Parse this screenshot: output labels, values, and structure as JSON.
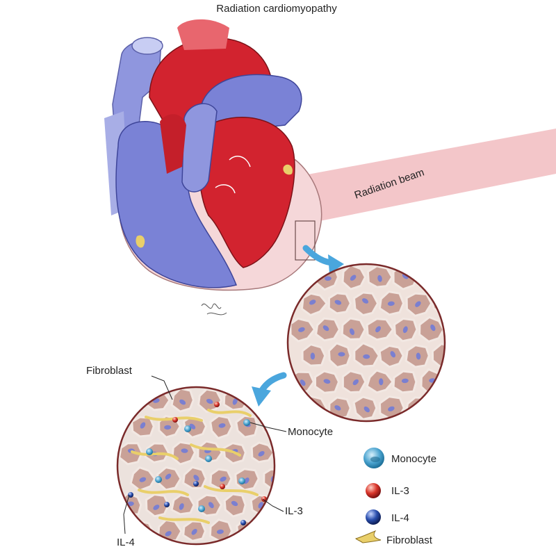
{
  "title": "Radiation cardiomyopathy",
  "beam_label": "Radiation beam",
  "callouts": {
    "fibroblast": "Fibroblast",
    "monocyte": "Monocyte",
    "il3": "IL-3",
    "il4": "IL-4"
  },
  "legend": [
    {
      "icon": "monocyte-icon",
      "label": "Monocyte",
      "color": "#4aa3cf"
    },
    {
      "icon": "il3-icon",
      "label": "IL-3",
      "color": "#c8281e"
    },
    {
      "icon": "il4-icon",
      "label": "IL-4",
      "color": "#1e3c8c"
    },
    {
      "icon": "fibroblast-icon",
      "label": "Fibroblast",
      "color": "#e9cf6a"
    }
  ],
  "colors": {
    "arterial_red": "#d2232f",
    "venous_blue": "#7a82d6",
    "myocardium_pink": "#f5d7d9",
    "beam_pink": "#f3c6c9",
    "cell_tan": "#c9a197",
    "nucleus_purple": "#7a7fd0",
    "arrow_blue": "#4aa6dd",
    "circle_border": "#7a2a2a"
  }
}
